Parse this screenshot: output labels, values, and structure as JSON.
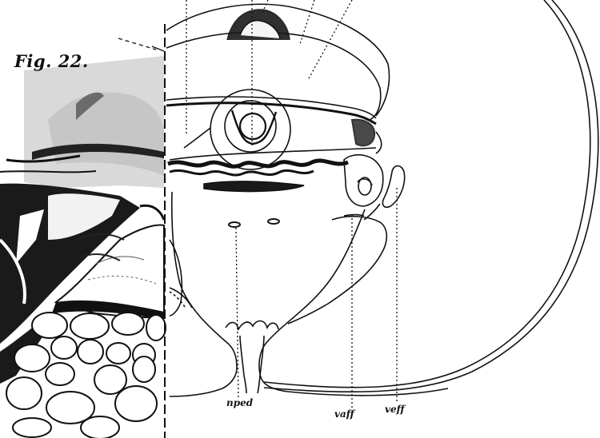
{
  "figure": {
    "label": "Fig. 22.",
    "annotations": {
      "nped": "nped",
      "vaff": "vaff",
      "veff": "veff"
    }
  },
  "colors": {
    "ink": "#111111",
    "paper": "#ffffff",
    "stain_light": "#d8d8d8",
    "stain_dark": "#1a1a1a"
  }
}
